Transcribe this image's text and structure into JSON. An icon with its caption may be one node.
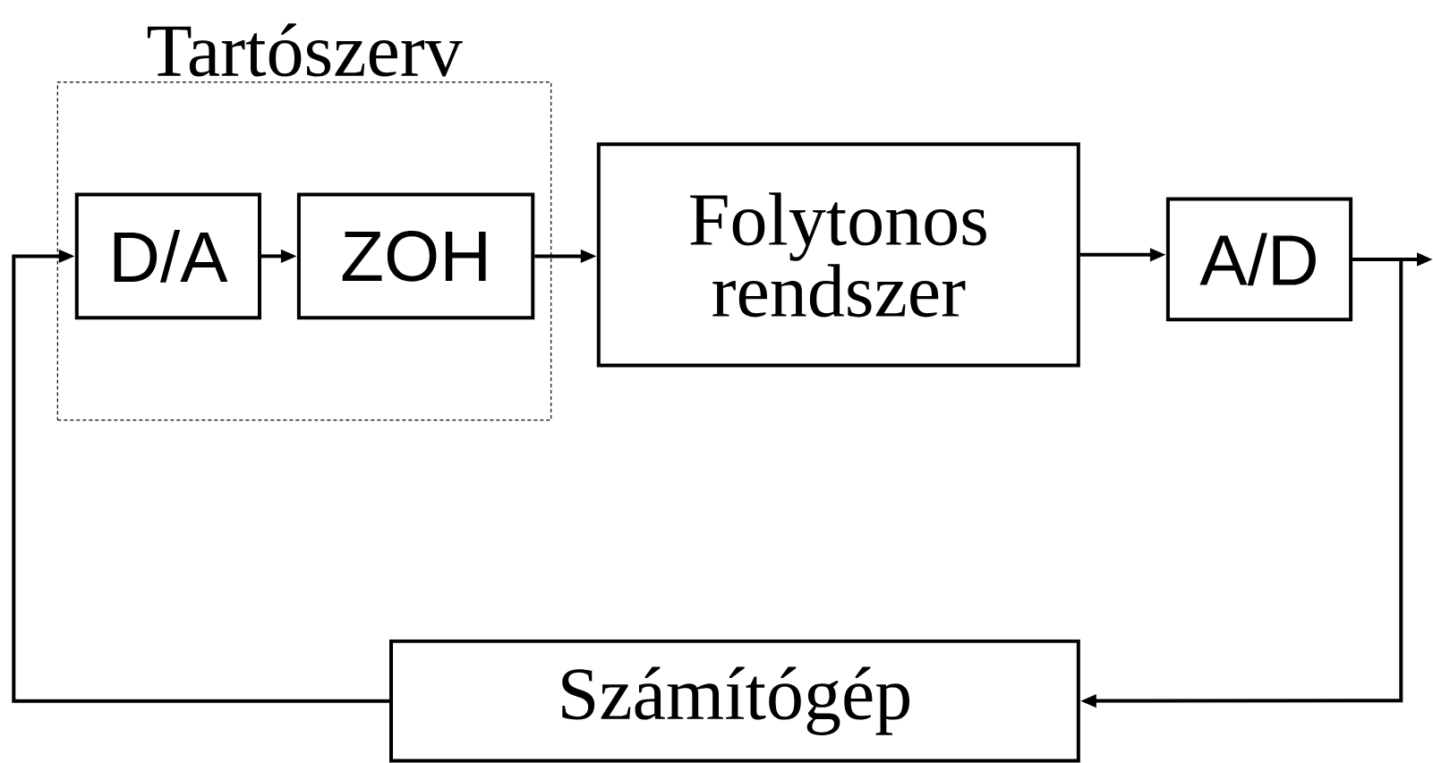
{
  "diagram": {
    "nodes": [
      {
        "text": [
          "Tartószerv"
        ]
      },
      {
        "text": [
          "D/A"
        ],
        "in": 0
      },
      {
        "text": [
          "ZOH"
        ],
        "in": 0
      },
      {
        "text": [
          "Folytonos rendszer"
        ]
      },
      {
        "text": [
          "A/D"
        ]
      },
      {
        "text": [
          "Számítógép"
        ]
      }
    ],
    "edges": [
      {
        "from": 1,
        "to": 2,
        "arrow": "to"
      },
      {
        "from": 2,
        "to": 3,
        "arrow": "to"
      },
      {
        "from": 3,
        "to": 4,
        "arrow": "to"
      },
      {
        "from": 4,
        "to": null,
        "arrow": "to"
      },
      {
        "from": 4,
        "to": 5,
        "arrow": "to"
      },
      {
        "from": 5,
        "to": 1,
        "arrow": "to"
      }
    ]
  }
}
